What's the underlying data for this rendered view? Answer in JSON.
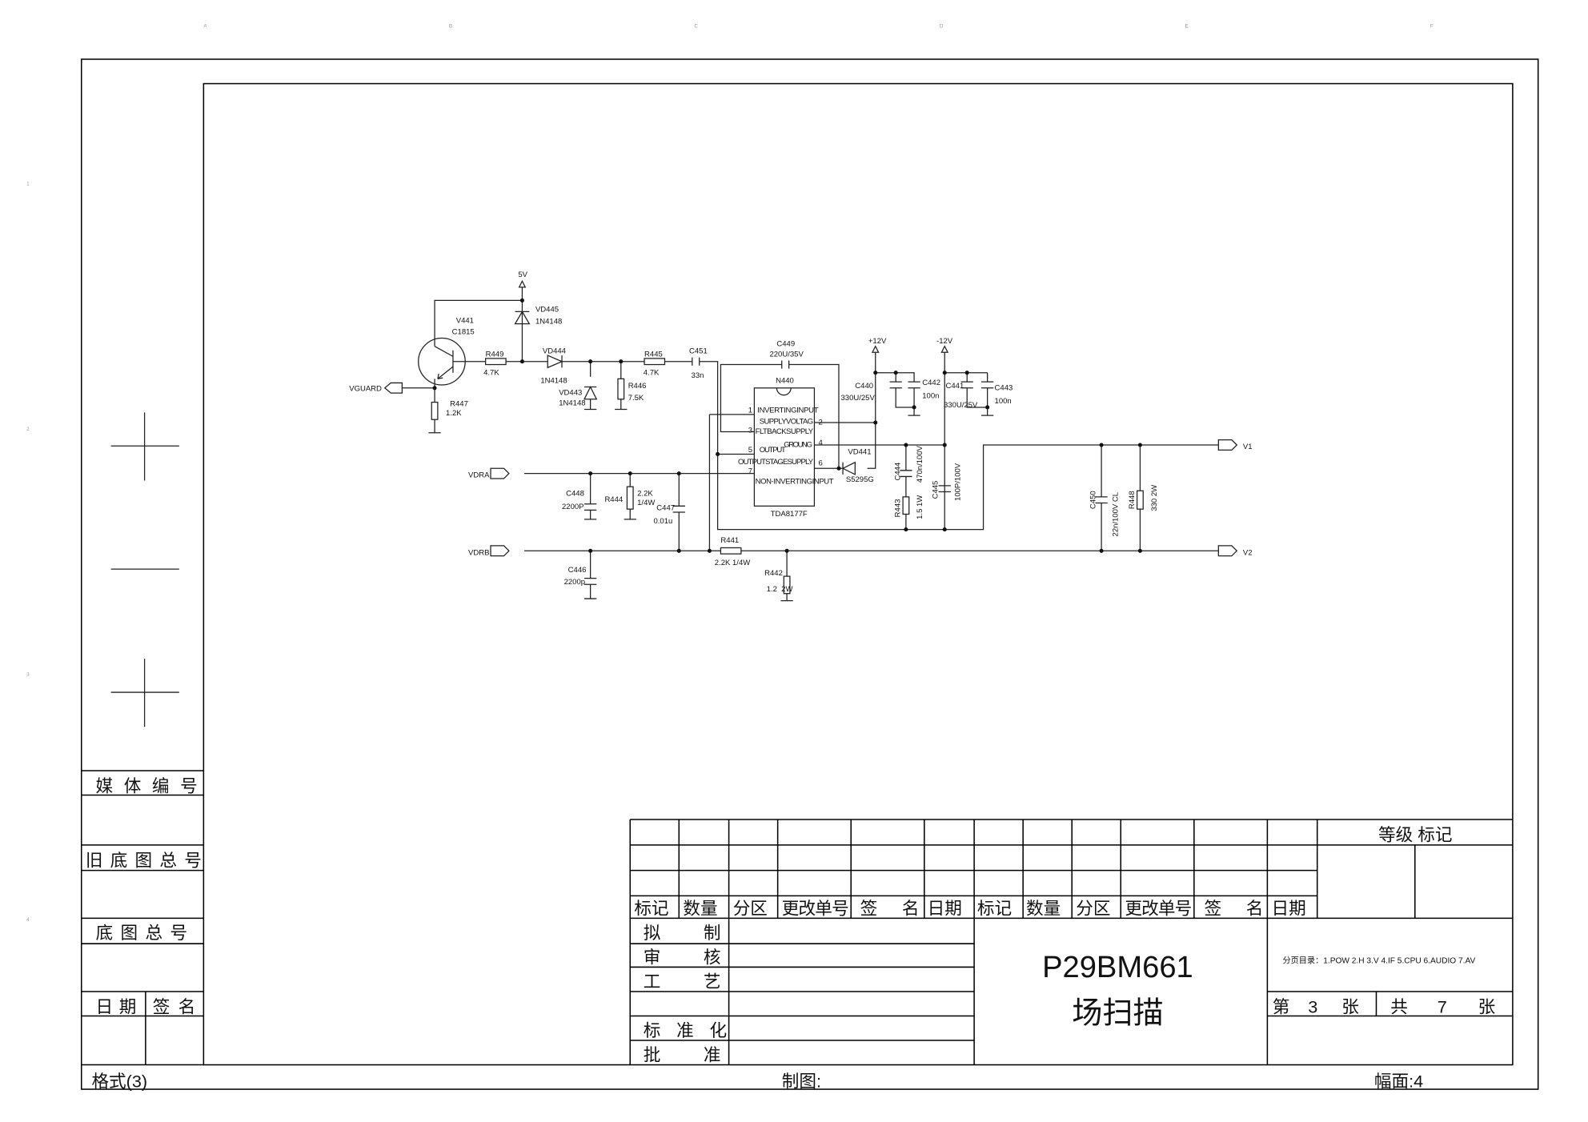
{
  "grid": {
    "cols": [
      "A",
      "B",
      "C",
      "D",
      "E",
      "F"
    ],
    "rows": [
      "1",
      "2",
      "3",
      "4"
    ]
  },
  "left_table": {
    "media_no": "媒体编号",
    "old_base_no": "旧底图总号",
    "base_no": "底图总号",
    "date": "日期",
    "sign": "签名"
  },
  "footer": {
    "format": "格式(3)",
    "drawn": "制图:",
    "size": "幅面:4"
  },
  "title_block": {
    "rev_headers": [
      "标记",
      "数量",
      "分区",
      "更改单号",
      "签  名",
      "日期",
      "标记",
      "数量",
      "分区",
      "更改单号",
      "签  名",
      "日期"
    ],
    "grade_mark": "等级  标记",
    "roles": [
      "拟    制",
      "审    核",
      "工    艺",
      "",
      "标 准 化",
      "批    准"
    ],
    "model": "P29BM661",
    "title": "场扫描",
    "page_index": "分页目录：1.POW 2.H 3.V 4.IF 5.CPU 6.AUDIO 7.AV",
    "sheet_no_label": "第",
    "sheet_no": "3",
    "sheet_unit": "张",
    "sheet_total_label": "共",
    "sheet_total": "7",
    "sheet_total_unit": "张"
  },
  "schematic": {
    "p5v": "5V",
    "vd445": "VD445",
    "vd445_v": "1N4148",
    "v441": "V441",
    "v441_v": "C1815",
    "r449": "R449",
    "r449_v": "4.7K",
    "vd444": "VD444",
    "vd444_v": "1N4148",
    "vd443": "VD443",
    "vd443_v": "1N4148",
    "r446": "R446",
    "r446_v": "7.5K",
    "r445": "R445",
    "r445_v": "4.7K",
    "c451": "C451",
    "c451_v": "33n",
    "c449": "C449",
    "c449_v": "220U/35V",
    "n440": "N440",
    "n440_v": "TDA8177F",
    "pins": [
      "1",
      "2",
      "3",
      "4",
      "5",
      "6",
      "7"
    ],
    "pin_names": [
      "INVERTINGINPUT",
      "SUPPLYVOLTAG",
      "FLTBACKSUPPLY",
      "GROUNG",
      "OUTPUT",
      "OUTPUTSTAGESUPPLY",
      "NON-INVERTINGINPUT"
    ],
    "vguard": "VGUARD",
    "r447": "R447",
    "r447_v": "1.2K",
    "p12v": "+12V",
    "n12v": "-12V",
    "c440": "C440",
    "c440_v": "330U/25V",
    "c442": "C442",
    "c442_v": "100n",
    "c441": "C441",
    "c441_v": "330U/25V",
    "c443": "C443",
    "c443_v": "100n",
    "vd441": "VD441",
    "vd441_v": "S5295G",
    "c444": "C444",
    "c444_v": "470n/100V",
    "r443": "R443",
    "r443_v": "1.5 1W",
    "c445": "C445",
    "c445_v": "100P/100V",
    "c450": "C450",
    "c450_v": "22n/100V CL",
    "r448": "R448",
    "r448_v": "330 2W",
    "v1": "V1",
    "v2": "V2",
    "vdra": "VDRA",
    "vdrb": "VDRB",
    "c448": "C448",
    "c448_v": "2200P",
    "r444": "R444",
    "r444_v": "2.2K",
    "r444_w": "1/4W",
    "c447": "C447",
    "c447_v": "0.01u",
    "r441": "R441",
    "r441_v": "2.2K 1/4W",
    "r442": "R442",
    "r442_v": "1.2  2W",
    "c446": "C446",
    "c446_v": "2200p"
  }
}
